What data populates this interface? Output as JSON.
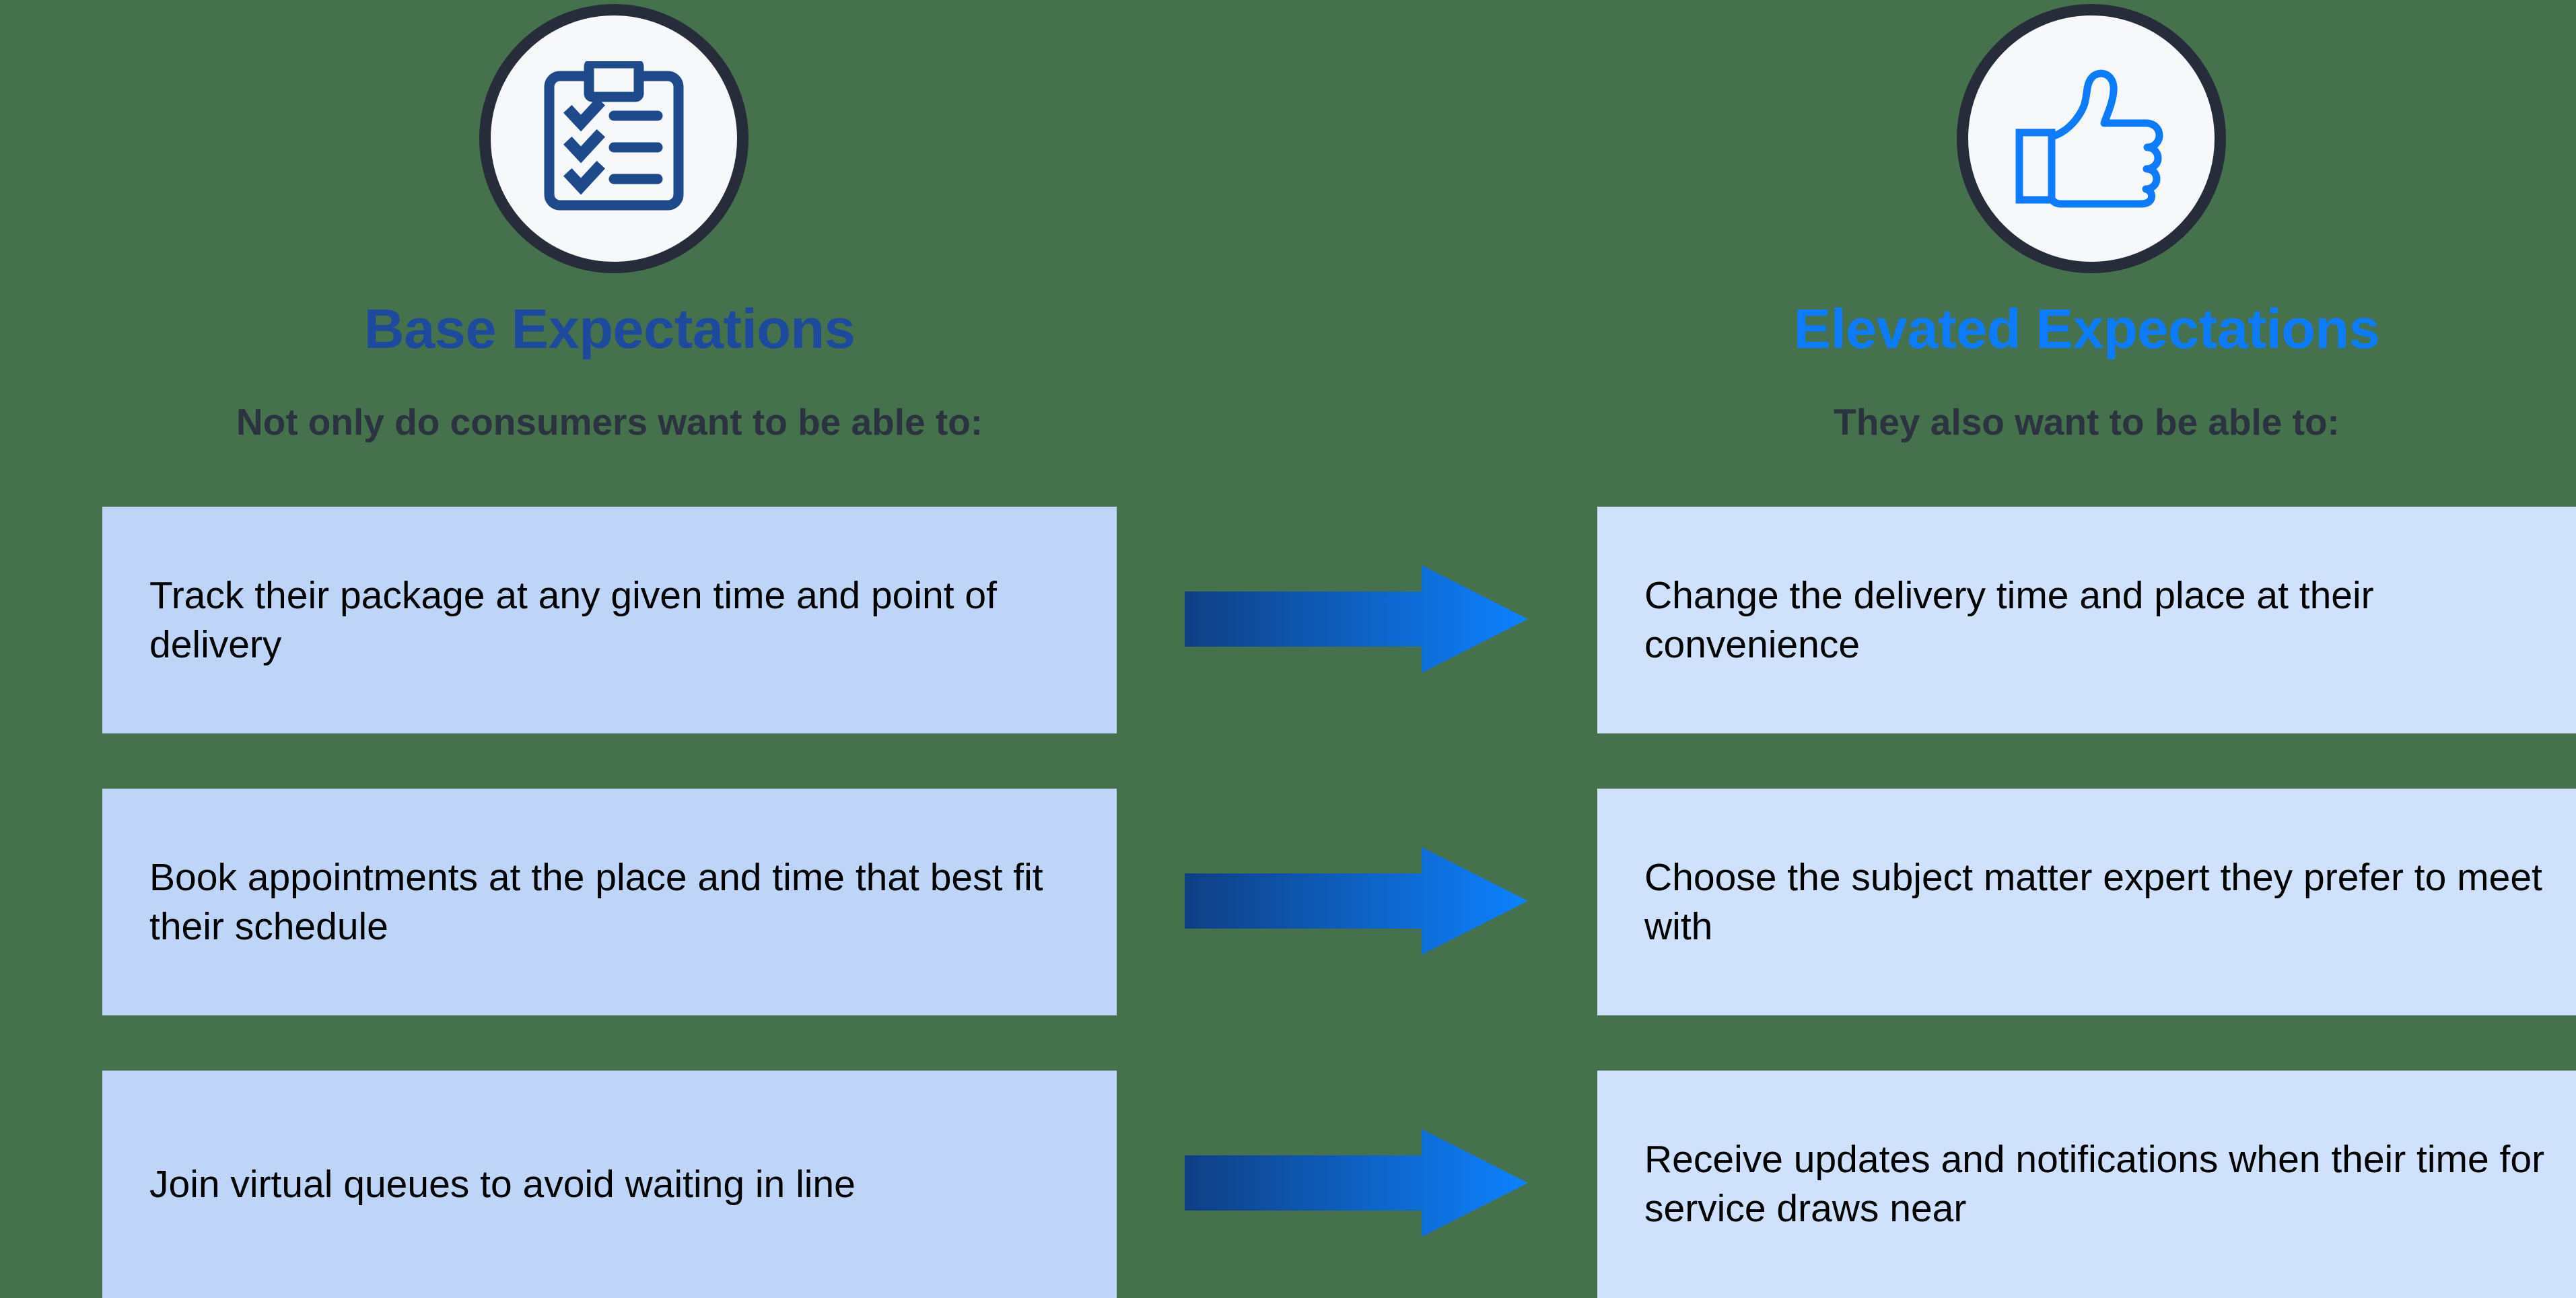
{
  "theme": {
    "background": "#46714d",
    "panel_left_bg": "#bed5f7",
    "panel_right_bg": "#cfe1fb",
    "badge_border": "#262c3a",
    "badge_fill": "#f7f8fa",
    "title_left_color": "#1d4a9c",
    "title_right_color": "#0d7bff",
    "subtitle_color": "#2b3240",
    "body_text_color": "#000000",
    "arrow_gradient_start": "#0f3f84",
    "arrow_gradient_end": "#0d82ff",
    "clipboard_icon_color": "#1e4a8c",
    "thumbsup_icon_color": "#0d7bff"
  },
  "columns": {
    "left": {
      "icon": "clipboard-checklist-icon",
      "title": "Base Expectations",
      "subtitle": "Not only do consumers want to be able to:",
      "items": [
        "Track their package at any given time and point of delivery",
        "Book appointments at the place and time that best fit their schedule",
        "Join virtual queues to avoid waiting in line"
      ]
    },
    "right": {
      "icon": "thumbs-up-icon",
      "title": "Elevated Expectations",
      "subtitle": "They also want to be able to:",
      "items": [
        "Change the delivery time and place at their convenience",
        "Choose the subject matter expert they prefer to meet with",
        "Receive updates and notifications when their time for service draws near"
      ]
    }
  },
  "connectors": [
    {
      "icon": "right-arrow-icon"
    },
    {
      "icon": "right-arrow-icon"
    },
    {
      "icon": "right-arrow-icon"
    }
  ]
}
